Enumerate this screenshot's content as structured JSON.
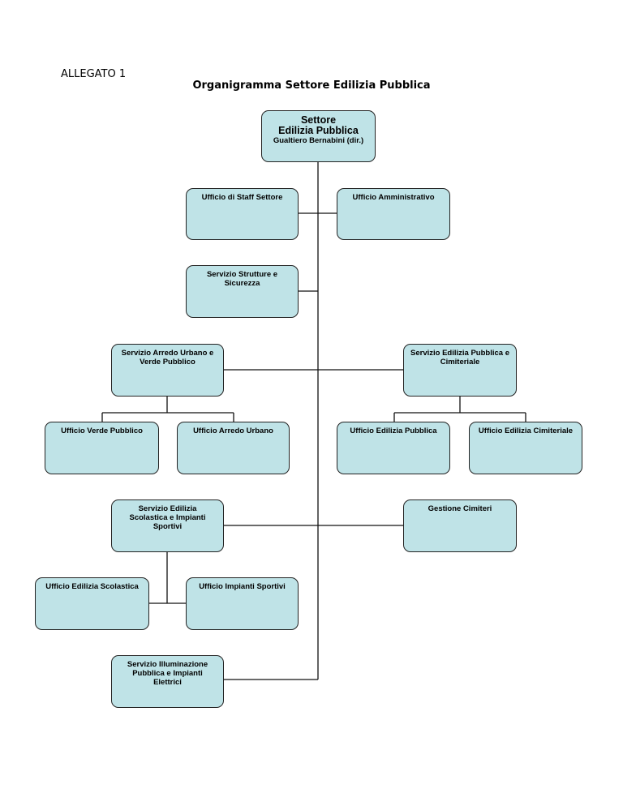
{
  "header": {
    "allegato": "ALLEGATO 1",
    "title": "Organigramma Settore Edilizia Pubblica"
  },
  "root": {
    "line1": "Settore",
    "line2": "Edilizia Pubblica",
    "line3": "Gualtiero Bernabini (dir.)"
  },
  "units": {
    "ufficio_staff": "Ufficio di Staff Settore",
    "ufficio_amministrativo": "Ufficio Amministrativo",
    "servizio_strutture": "Servizio Strutture e Sicurezza",
    "servizio_arredo": "Servizio Arredo Urbano e Verde Pubblico",
    "servizio_edilizia_pubblica": "Servizio Edilizia Pubblica e Cimiteriale",
    "ufficio_verde": "Ufficio  Verde Pubblico",
    "ufficio_arredo": "Ufficio Arredo Urbano",
    "ufficio_edilizia_pubblica": "Ufficio Edilizia Pubblica",
    "ufficio_edilizia_cimiteriale": "Ufficio Edilizia Cimiteriale",
    "servizio_scolastica": "Servizio Edilizia Scolastica e Impianti Sportivi",
    "gestione_cimiteri": "Gestione Cimiteri",
    "ufficio_scolastica": "Ufficio Edilizia Scolastica",
    "ufficio_impianti": "Ufficio Impianti Sportivi",
    "servizio_illuminazione": "Servizio Illuminazione Pubblica e Impianti Elettrici"
  }
}
